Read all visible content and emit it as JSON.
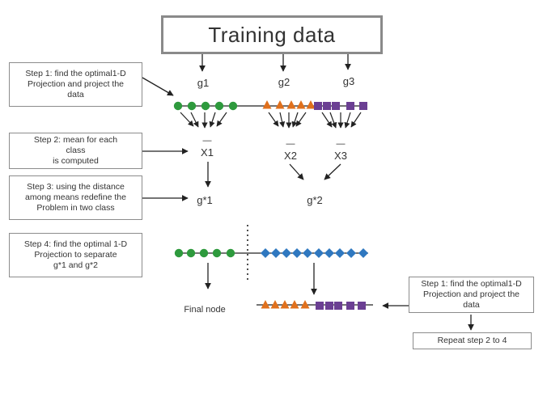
{
  "title": "Training  data",
  "groups": {
    "g1": "g1",
    "g2": "g2",
    "g3": "g3"
  },
  "means": {
    "x1": "X1",
    "x2": "X2",
    "x3": "X3",
    "bar": "—"
  },
  "merged": {
    "g1": "g*1",
    "g2": "g*2"
  },
  "steps": {
    "step1": "Step 1: find the optimal1-D\nProjection and project the\ndata",
    "step2": "Step 2: mean for each\nclass\nis computed",
    "step3": "Step 3:  using the distance\namong means redefine the\nProblem in two class",
    "step4": "Step 4: find the optimal 1-D\nProjection to separate\ng*1 and g*2",
    "step1_repeat": "Step 1: find the optimal1-D\nProjection and project the\ndata",
    "repeat": "Repeat step 2 to 4"
  },
  "final_node": "Final node",
  "colors": {
    "g1": "#2e9a3d",
    "g2": "#e0701c",
    "g3": "#6b3f93",
    "gstar2": "#2f78c0",
    "line": "#222222",
    "box_border": "#8c8c8c"
  },
  "icons": {
    "g1": "circle",
    "g2": "triangle",
    "g3": "square",
    "gstar2": "diamond"
  }
}
